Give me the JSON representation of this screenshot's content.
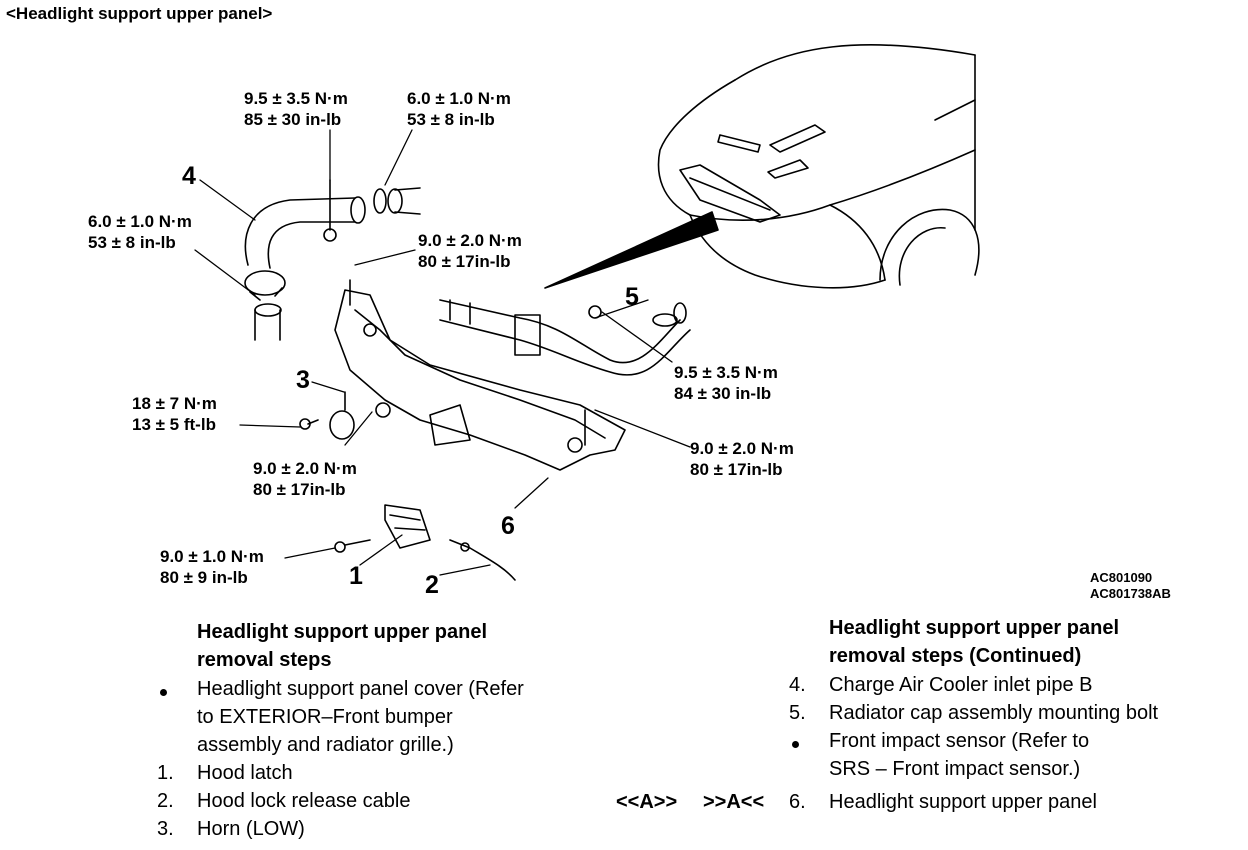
{
  "title": "<Headlight support upper panel>",
  "torques": {
    "t1": {
      "line1": "9.5 ± 3.5 N·m",
      "line2": "85 ± 30 in-lb"
    },
    "t2": {
      "line1": "6.0 ± 1.0 N·m",
      "line2": "53 ± 8 in-lb"
    },
    "t3": {
      "line1": "6.0 ± 1.0 N·m",
      "line2": "53 ± 8 in-lb"
    },
    "t4": {
      "line1": "9.0 ± 2.0 N·m",
      "line2": "80 ± 17in-lb"
    },
    "t5": {
      "line1": "9.5 ± 3.5 N·m",
      "line2": "84 ± 30 in-lb"
    },
    "t6": {
      "line1": "18 ± 7 N·m",
      "line2": "13 ± 5 ft-lb"
    },
    "t7": {
      "line1": "9.0 ± 2.0 N·m",
      "line2": "80 ± 17in-lb"
    },
    "t8": {
      "line1": "9.0 ± 2.0 N·m",
      "line2": "80 ± 17in-lb"
    },
    "t9": {
      "line1": "9.0 ± 1.0 N·m",
      "line2": "80 ± 9 in-lb"
    }
  },
  "callouts": {
    "c1": "1",
    "c2": "2",
    "c3": "3",
    "c4": "4",
    "c5": "5",
    "c6": "6"
  },
  "figure_ids": {
    "id1": "AC801090",
    "id2": "AC801738AB"
  },
  "left_list": {
    "heading1": "Headlight support upper panel",
    "heading2": "removal steps",
    "bullet_text": [
      "Headlight support panel cover (Refer",
      "to EXTERIOR–Front bumper",
      "assembly and radiator grille.)"
    ],
    "steps": [
      {
        "num": "1.",
        "text": "Hood latch"
      },
      {
        "num": "2.",
        "text": "Hood lock release cable"
      },
      {
        "num": "3.",
        "text": "Horn (LOW)"
      }
    ]
  },
  "right_list": {
    "heading1": "Headlight support upper panel",
    "heading2": "removal steps (Continued)",
    "step4": {
      "num": "4.",
      "text": "Charge Air Cooler inlet pipe B"
    },
    "step5": {
      "num": "5.",
      "text": "Radiator cap assembly mounting bolt"
    },
    "bullet_text": [
      "Front impact sensor (Refer to",
      "SRS – Front impact sensor.)"
    ],
    "step6": {
      "ref1": "<<A>>",
      "ref2": ">>A<<",
      "num": "6.",
      "text": "Headlight support upper panel"
    }
  }
}
